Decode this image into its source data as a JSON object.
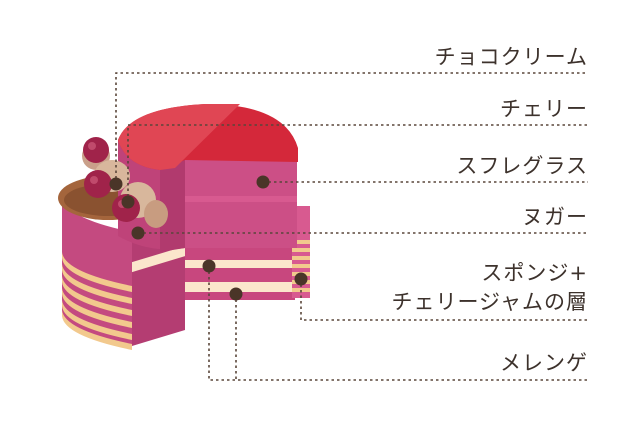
{
  "labels": {
    "choco_cream": "チョコクリーム",
    "cherry": "チェリー",
    "souffle_glace": "スフレグラス",
    "nougat": "ヌガー",
    "sponge_line1": "スポンジ+",
    "sponge_line2": "チェリージャムの層",
    "meringue": "メレンゲ"
  },
  "colors": {
    "leader": "#5a463a",
    "dot": "#4a3528",
    "cherry_top": "#d4283a",
    "mousse": "#c8477e",
    "cream": "#fbe6cc",
    "sponge": "#f2c98d",
    "nougat": "#a4653c",
    "text": "#3d322c"
  }
}
